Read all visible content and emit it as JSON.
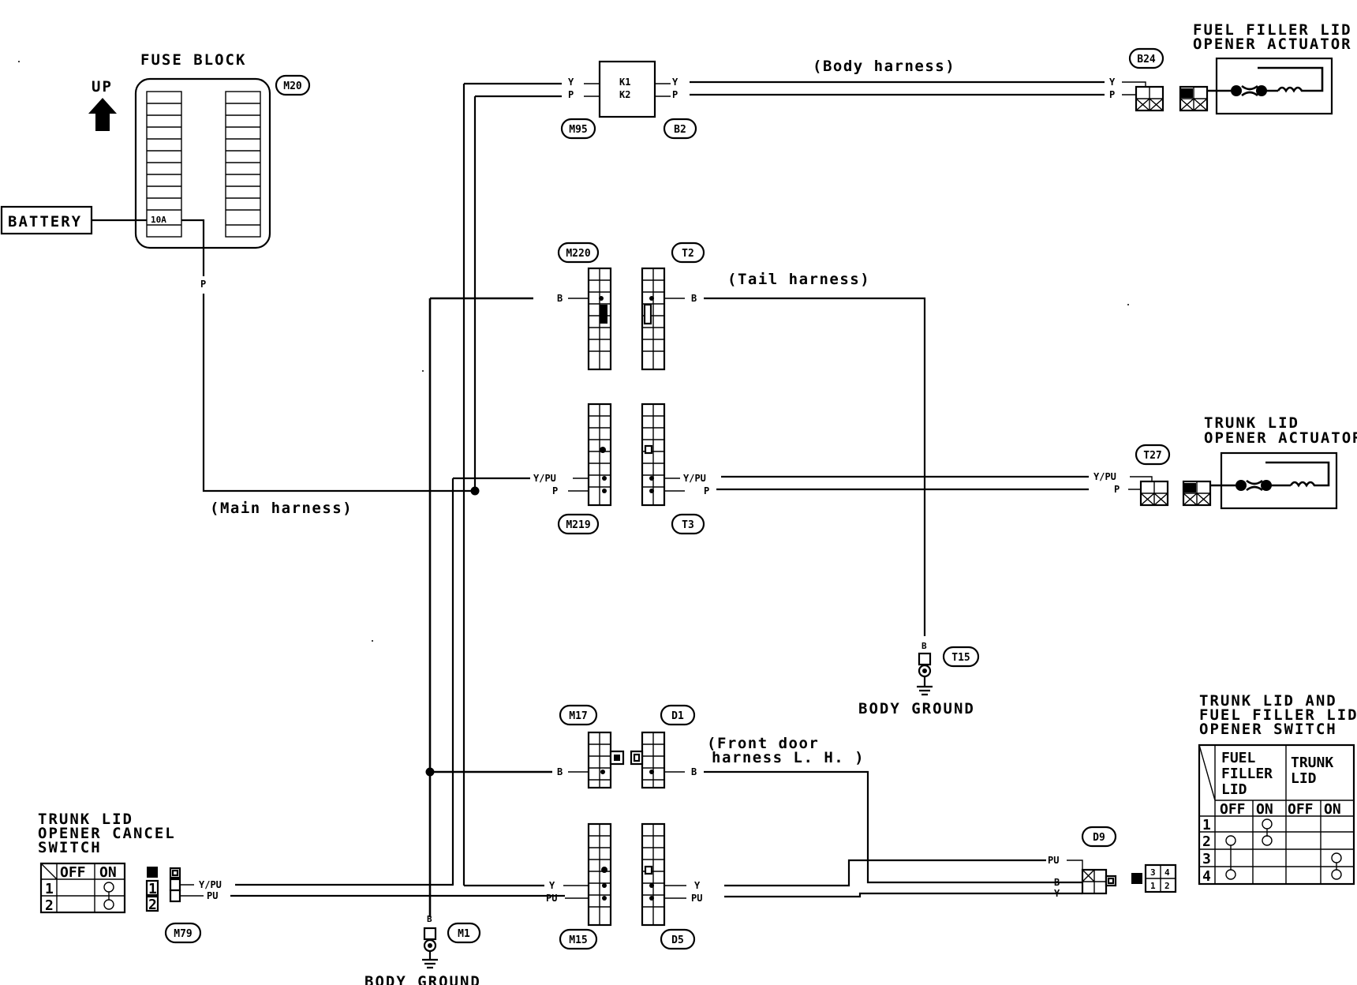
{
  "labels": {
    "fuse_block": "FUSE BLOCK",
    "up": "UP",
    "battery": "BATTERY",
    "fuse_rating": "10A",
    "fuel_actuator_l1": "FUEL FILLER LID",
    "fuel_actuator_l2": "OPENER ACTUATOR",
    "trunk_actuator_l1": "TRUNK LID",
    "trunk_actuator_l2": "OPENER ACTUATOR",
    "body_ground": "BODY GROUND",
    "cancel_switch_l1": "TRUNK LID",
    "cancel_switch_l2": "OPENER CANCEL",
    "cancel_switch_l3": "SWITCH",
    "opener_switch_l1": "TRUNK LID AND",
    "opener_switch_l2": "FUEL FILLER LID",
    "opener_switch_l3": "OPENER SWITCH"
  },
  "harness": {
    "body": "(Body harness)",
    "tail": "(Tail harness)",
    "main": "(Main harness)",
    "front_door_l1": "(Front door",
    "front_door_l2": "harness L. H. )"
  },
  "connectors": {
    "m20": "M20",
    "m95": "M95",
    "b2": "B2",
    "b24": "B24",
    "m220": "M220",
    "t2": "T2",
    "m219": "M219",
    "t3": "T3",
    "t27": "T27",
    "t15": "T15",
    "m17": "M17",
    "d1": "D1",
    "m15": "M15",
    "d5": "D5",
    "d9": "D9",
    "m1": "M1",
    "m79": "M79"
  },
  "wires": {
    "y": "Y",
    "p": "P",
    "b": "B",
    "ypu": "Y/PU",
    "pu": "PU",
    "k1": "K1",
    "k2": "K2"
  },
  "cancel_table": {
    "off": "OFF",
    "on": "ON",
    "rows": [
      "1",
      "2"
    ],
    "pins": [
      "1",
      "2"
    ]
  },
  "opener_table": {
    "fuel_l1": "FUEL",
    "fuel_l2": "FILLER",
    "fuel_l3": "LID",
    "trunk_l1": "TRUNK",
    "trunk_l2": "LID",
    "off": "OFF",
    "on": "ON",
    "rows": [
      "1",
      "2",
      "3",
      "4"
    ],
    "pins": [
      "3",
      "4",
      "1",
      "2"
    ]
  }
}
